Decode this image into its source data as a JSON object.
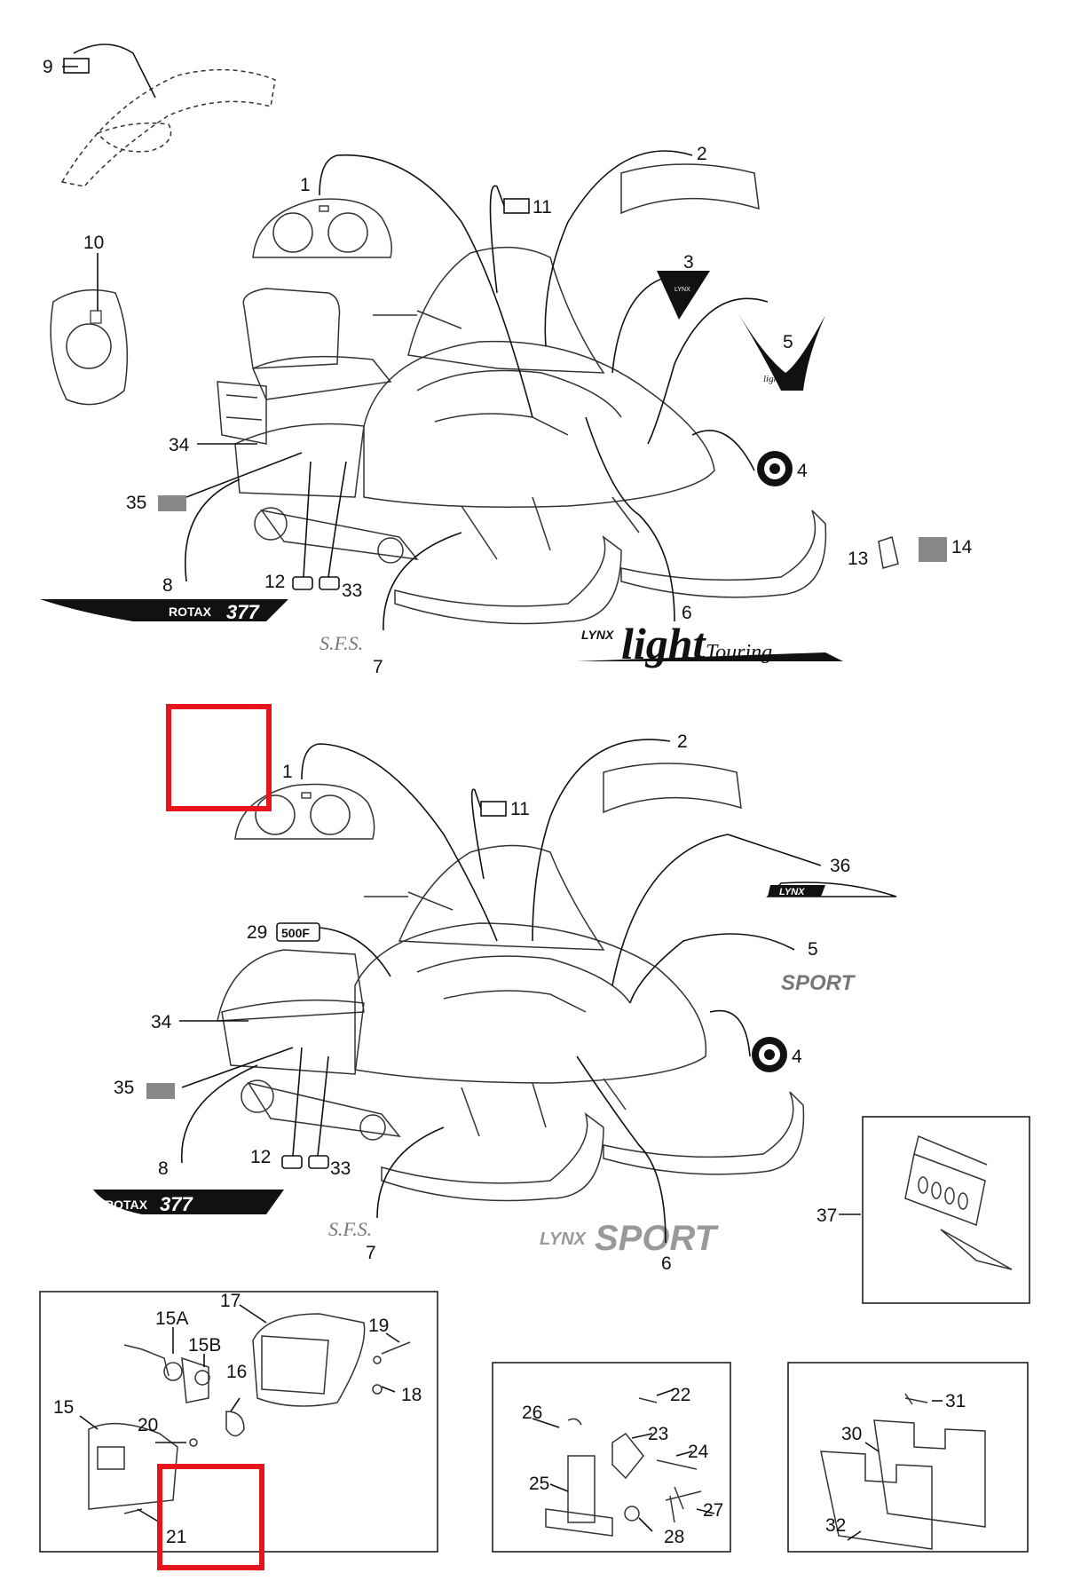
{
  "callouts": {
    "n1": "1",
    "n2": "2",
    "n3": "3",
    "n4": "4",
    "n5": "5",
    "n6": "6",
    "n7": "7",
    "n8": "8",
    "n9": "9",
    "n10": "10",
    "n11": "11",
    "n12": "12",
    "n13": "13",
    "n14": "14",
    "n15": "15",
    "n15a": "15A",
    "n15b": "15B",
    "n16": "16",
    "n17": "17",
    "n18": "18",
    "n19": "19",
    "n20": "20",
    "n21": "21",
    "n22": "22",
    "n23": "23",
    "n24": "24",
    "n25": "25",
    "n26": "26",
    "n27": "27",
    "n28": "28",
    "n29": "29",
    "n30": "30",
    "n31": "31",
    "n32": "32",
    "n33": "33",
    "n34": "34",
    "n35": "35",
    "n36": "36",
    "n37": "37"
  },
  "decals": {
    "rotax": "ROTAX",
    "rotax_model": "377",
    "lynx": "LYNX",
    "light": "light",
    "touring": "Touring",
    "sport": "SPORT",
    "sfs": "S.F.S.",
    "badge_500f": "500F"
  },
  "colors": {
    "highlight": "#e8141c",
    "ink": "#111111"
  }
}
